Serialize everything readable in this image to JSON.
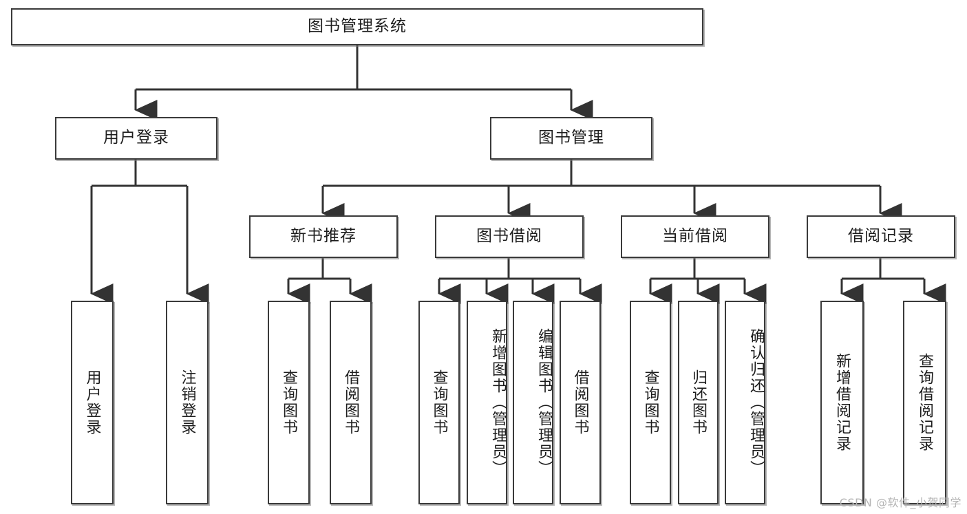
{
  "diagram": {
    "title": "图书管理系统",
    "type": "tree",
    "root": {
      "label": "图书管理系统"
    },
    "level1": [
      {
        "label": "用户登录"
      },
      {
        "label": "图书管理"
      }
    ],
    "level2": [
      {
        "label": "新书推荐"
      },
      {
        "label": "图书借阅"
      },
      {
        "label": "当前借阅"
      },
      {
        "label": "借阅记录"
      }
    ],
    "leaves": {
      "user_login": [
        {
          "label": "用户登录"
        },
        {
          "label": "注销登录"
        }
      ],
      "new_book_recommend": [
        {
          "label": "查询图书"
        },
        {
          "label": "借阅图书"
        }
      ],
      "book_borrow": [
        {
          "label": "查询图书"
        },
        {
          "label": "新增图书（管理员）"
        },
        {
          "label": "编辑图书（管理员）"
        },
        {
          "label": "借阅图书"
        }
      ],
      "current_borrow": [
        {
          "label": "查询图书"
        },
        {
          "label": "归还图书"
        },
        {
          "label": "确认归还（管理员）"
        }
      ],
      "borrow_record": [
        {
          "label": "新增借阅记录"
        },
        {
          "label": "查询借阅记录"
        }
      ]
    }
  },
  "watermark": {
    "text": "CSDN @软件_小贺同学"
  },
  "colors": {
    "background": "#ffffff",
    "box_border": "#3a3a3a",
    "box_fill": "#ffffff",
    "line": "#333333",
    "text": "#1d1d1d",
    "watermark": "#b4b4b4"
  }
}
